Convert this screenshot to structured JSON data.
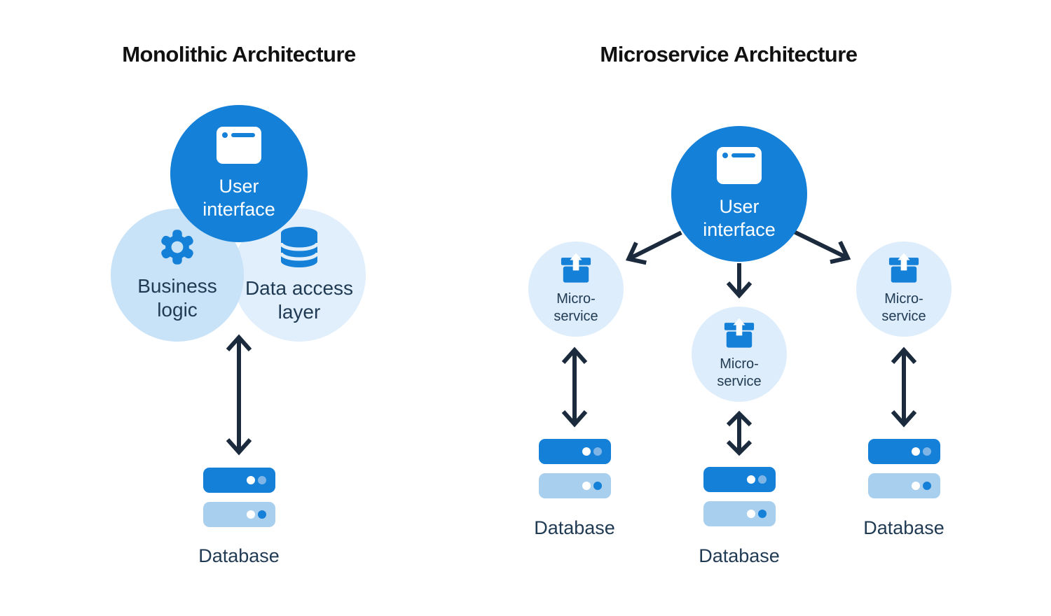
{
  "colors": {
    "primary_blue": "#1580d8",
    "business_circle": "#c8e2f8",
    "light_circle": "#e1effc",
    "micro_circle": "#ddedfb",
    "db_bar_light": "#a9cfee",
    "db_dot_soft": "#7fb5e6",
    "text_navy": "#1f3a52",
    "arrow_navy": "#1b2b3d",
    "background": "#ffffff",
    "title_color": "#111111"
  },
  "icons": {
    "user_interface": "browser-window",
    "business_logic": "gear",
    "data_access": "database-cylinder",
    "microservice": "package-box",
    "database": "server-stack",
    "connector": "double-headed-arrow"
  },
  "monolithic": {
    "title": "Monolithic Architecture",
    "user_interface_label": "User\ninterface",
    "business_logic_label": "Business\nlogic",
    "data_access_label": "Data access\nlayer",
    "database_label": "Database"
  },
  "microservice": {
    "title": "Microservice Architecture",
    "user_interface_label": "User\ninterface",
    "services": [
      {
        "label": "Micro-\nservice",
        "database_label": "Database"
      },
      {
        "label": "Micro-\nservice",
        "database_label": "Database"
      },
      {
        "label": "Micro-\nservice",
        "database_label": "Database"
      }
    ]
  }
}
